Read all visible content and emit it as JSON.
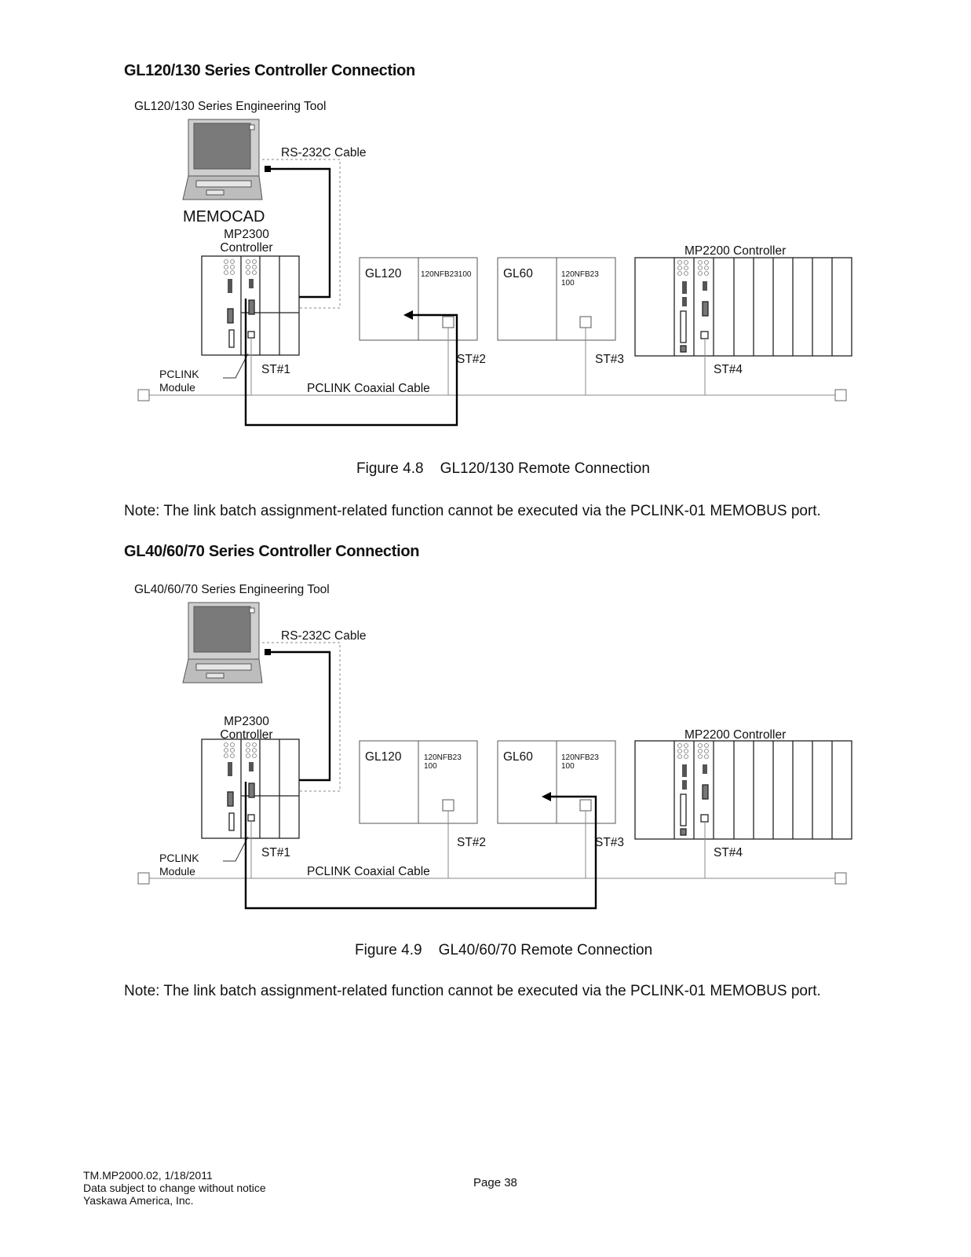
{
  "section1": {
    "heading": "GL120/130 Series Controller Connection",
    "tool_label": "GL120/130 Series Engineering Tool",
    "rs232_label": "RS-232C Cable",
    "memocad_label": "MEMOCAD",
    "mp2300_label": [
      "MP2300",
      "Controller"
    ],
    "gl120_label": "GL120",
    "gl120_model": [
      "120NFB23100"
    ],
    "gl60_label": "GL60",
    "gl60_model": [
      "120NFB23",
      "100"
    ],
    "mp2200_label": "MP2200 Controller",
    "pclink_module_label": [
      "PCLINK",
      "Module"
    ],
    "st1": "ST#1",
    "st2": "ST#2",
    "st3": "ST#3",
    "st4": "ST#4",
    "coax_label": "PCLINK Coaxial Cable",
    "caption": "Figure 4.8    GL120/130 Remote Connection",
    "note": "Note: The link batch assignment-related function cannot be executed via the PCLINK-01 MEMOBUS port."
  },
  "section2": {
    "heading": "GL40/60/70 Series Controller Connection",
    "tool_label": "GL40/60/70 Series Engineering Tool",
    "rs232_label": "RS-232C Cable",
    "mp2300_label": [
      "MP2300",
      "Controller"
    ],
    "gl120_label": "GL120",
    "gl120_model": [
      "120NFB23",
      "100"
    ],
    "gl60_label": "GL60",
    "gl60_model": [
      "120NFB23",
      "100"
    ],
    "mp2200_label": "MP2200 Controller",
    "pclink_module_label": [
      "PCLINK",
      "Module"
    ],
    "st1": "ST#1",
    "st2": "ST#2",
    "st3": "ST#3",
    "st4": "ST#4",
    "coax_label": "PCLINK Coaxial Cable",
    "caption": "Figure 4.9    GL40/60/70 Remote Connection",
    "note": "Note: The link batch assignment-related function cannot be executed via the PCLINK-01 MEMOBUS port."
  },
  "footer": {
    "lines": [
      "TM.MP2000.02, 1/18/2011",
      "Data subject to change without notice",
      "Yaskawa America, Inc."
    ],
    "page": "Page 38"
  }
}
